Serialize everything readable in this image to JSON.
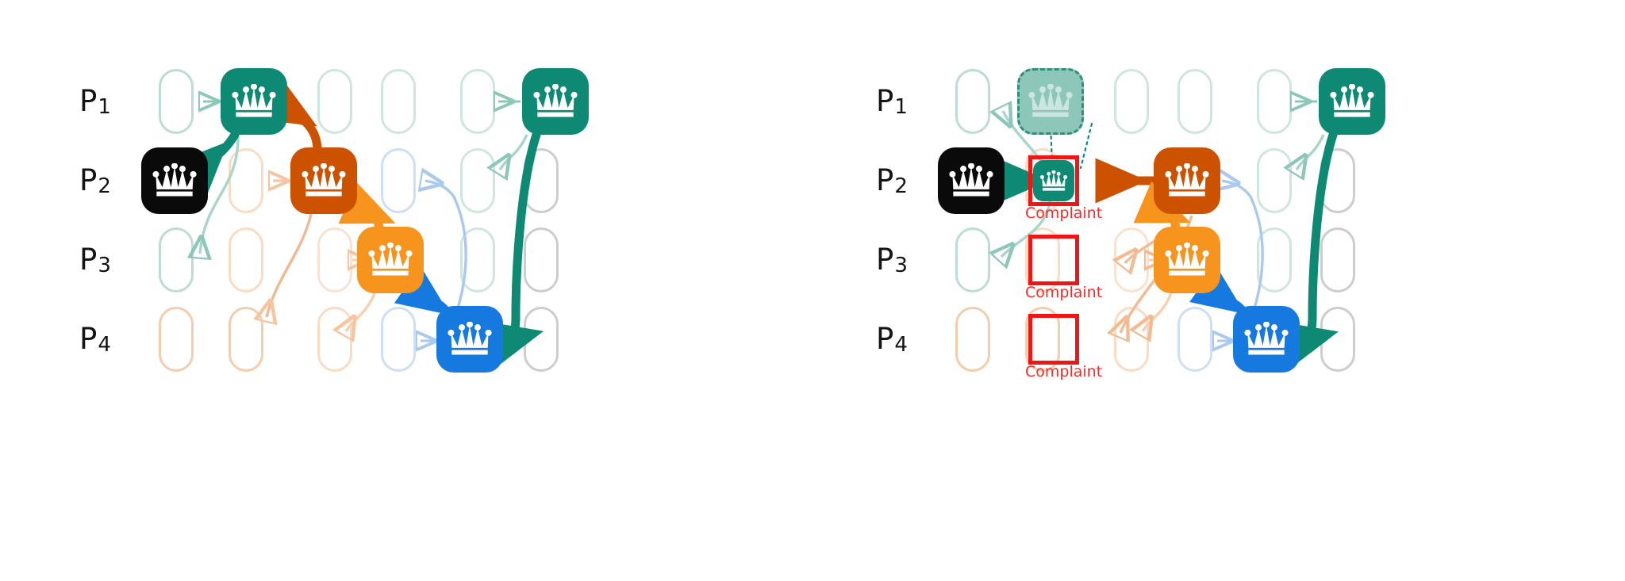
{
  "figure": {
    "type": "diagram",
    "title": "",
    "description": "Two side-by-side schedule/assignment grids with queen tokens on 4 process rows and 6 time columns; right grid adds red Complaint markers and a ghosted (dashed) teal token.",
    "row_labels": [
      "P",
      "P",
      "P",
      "P"
    ],
    "row_subscripts": [
      "1",
      "2",
      "3",
      "4"
    ],
    "complaint_label": "Complaint",
    "colors": {
      "teal": "#0e8a74",
      "teal_light": "#8dc7ba",
      "teal_ghost_fill": "#8dc7ba",
      "black": "#0a0a0a",
      "dark_orange": "#cc5200",
      "orange": "#f7941e",
      "blue": "#1579e0",
      "complaint_red": "#f01616",
      "complaint_text": "#fb2a2a",
      "slot_teal": "#bcdcd4",
      "slot_peach": "#f6d2b6",
      "slot_peach_light": "#fbe0cb",
      "slot_blue": "#bcd6f2",
      "slot_grey": "#c9c9c9",
      "label_black": "#141414"
    },
    "panels": [
      {
        "id": "left",
        "name": "baseline-grid",
        "rows": [
          "P1",
          "P2",
          "P3",
          "P4"
        ],
        "columns": 6,
        "tokens": [
          {
            "row": "P1",
            "col": 2,
            "color": "teal",
            "state": "solid"
          },
          {
            "row": "P1",
            "col": 6,
            "color": "teal",
            "state": "solid"
          },
          {
            "row": "P2",
            "col": 1,
            "color": "black",
            "state": "solid"
          },
          {
            "row": "P2",
            "col": 3,
            "color": "dark_orange",
            "state": "solid"
          },
          {
            "row": "P3",
            "col": 4,
            "color": "orange",
            "state": "solid"
          },
          {
            "row": "P4",
            "col": 5,
            "color": "blue",
            "state": "solid"
          }
        ],
        "complaints": []
      },
      {
        "id": "right",
        "name": "complaint-grid",
        "rows": [
          "P1",
          "P2",
          "P3",
          "P4"
        ],
        "columns": 6,
        "tokens": [
          {
            "row": "P1",
            "col": 2,
            "color": "teal",
            "state": "ghost"
          },
          {
            "row": "P1",
            "col": 6,
            "color": "teal",
            "state": "solid"
          },
          {
            "row": "P2",
            "col": 1,
            "color": "black",
            "state": "solid"
          },
          {
            "row": "P2",
            "col": 2,
            "color": "teal",
            "state": "small"
          },
          {
            "row": "P2",
            "col": 3,
            "color": "dark_orange",
            "state": "solid"
          },
          {
            "row": "P3",
            "col": 4,
            "color": "orange",
            "state": "solid"
          },
          {
            "row": "P4",
            "col": 5,
            "color": "blue",
            "state": "solid"
          }
        ],
        "complaints": [
          {
            "row": "P2",
            "col": 2,
            "label": "Complaint"
          },
          {
            "row": "P3",
            "col": 2,
            "label": "Complaint"
          },
          {
            "row": "P4",
            "col": 2,
            "label": "Complaint"
          }
        ]
      }
    ]
  }
}
